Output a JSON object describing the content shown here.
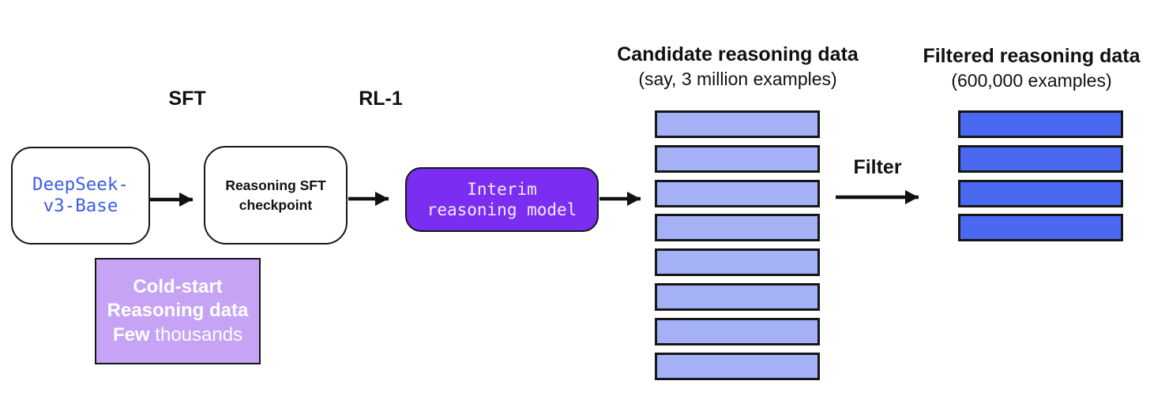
{
  "colors": {
    "border": "#161616",
    "base_text": "#3D5CE4",
    "interim_fill": "#7B2EF2",
    "interim_text": "#F2EBFF",
    "cold_start_fill": "#C6A3F4",
    "cold_start_text": "#FFFFFF",
    "candidate_bar": "#A4B1F7",
    "filtered_bar": "#4A68F0"
  },
  "diagram": {
    "stage_labels": {
      "sft": "SFT",
      "rl1": "RL-1",
      "filter": "Filter"
    },
    "nodes": {
      "base_model": {
        "line1": "DeepSeek-",
        "line2": "v3-Base"
      },
      "sft_checkpoint": {
        "line1": "Reasoning SFT",
        "line2": "checkpoint"
      },
      "interim_model": {
        "line1": "Interim",
        "line2": "reasoning model"
      },
      "cold_start": {
        "line1": "Cold-start",
        "line2": "Reasoning data",
        "line3_bold": "Few",
        "line3_regular": "thousands"
      }
    },
    "candidate_stack": {
      "title": "Candidate reasoning data",
      "subtitle": "(say, 3 million examples)",
      "bar_count": 8
    },
    "filtered_stack": {
      "title": "Filtered reasoning data",
      "subtitle": "(600,000 examples)",
      "bar_count": 4
    }
  }
}
